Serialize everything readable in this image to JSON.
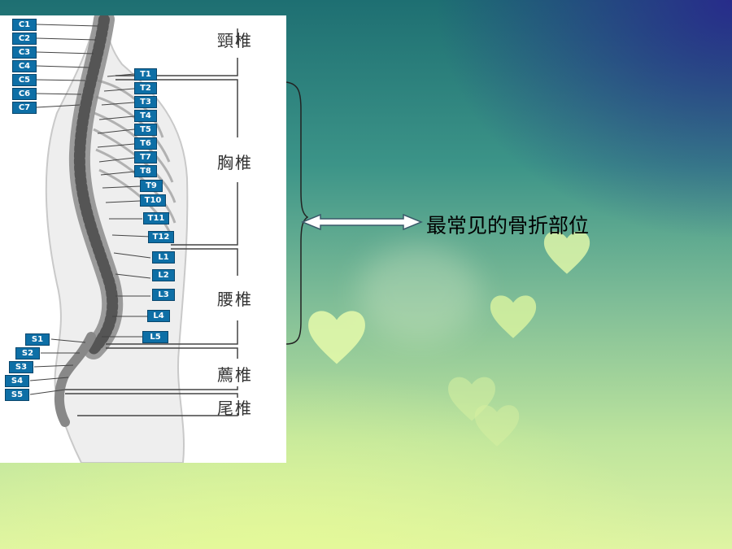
{
  "labels": {
    "cervical": [
      "C1",
      "C2",
      "C3",
      "C4",
      "C5",
      "C6",
      "C7"
    ],
    "thoracic": [
      "T1",
      "T2",
      "T3",
      "T4",
      "T5",
      "T6",
      "T7",
      "T8",
      "T9",
      "T10",
      "T11",
      "T12"
    ],
    "lumbar": [
      "L1",
      "L2",
      "L3",
      "L4",
      "L5"
    ],
    "sacral": [
      "S1",
      "S2",
      "S3",
      "S4",
      "S5"
    ]
  },
  "regions": {
    "cervical": "頸椎",
    "thoracic": "胸椎",
    "lumbar": "腰椎",
    "sacral": "薦椎",
    "coccyx": "尾椎"
  },
  "callout": "最常见的骨折部位",
  "colors": {
    "label_bg": "#0e6fa6",
    "arrow": "#ffffff"
  }
}
